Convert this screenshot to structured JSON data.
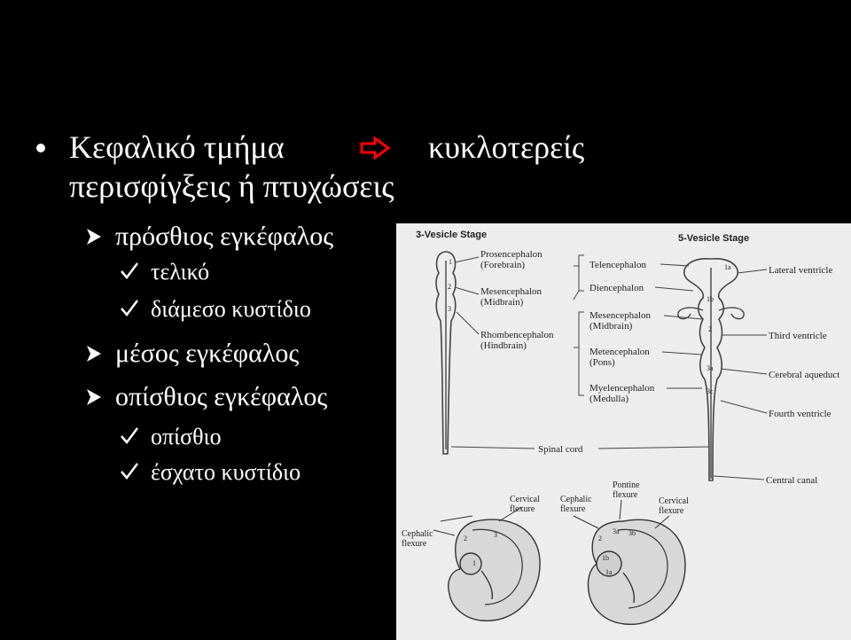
{
  "bullets": {
    "main_line1_a": "Κεφαλικό τμήμα",
    "main_line1_b": "κυκλοτερείς",
    "main_line2": "περισφίγξεις ή πτυχώσεις",
    "forebrain": "πρόσθιος εγκέφαλος",
    "forebrain_sub1": "τελικό",
    "forebrain_sub2": "διάμεσο κυστίδιο",
    "midbrain": "μέσος εγκέφαλος",
    "hindbrain": "οπίσθιος εγκέφαλος",
    "hindbrain_sub1": "οπίσθιο",
    "hindbrain_sub2": "έσχατο κυστίδιο"
  },
  "colors": {
    "background": "#000000",
    "text": "#ffffff",
    "arrow_accent": "#ff0000",
    "figure_bg": "#ededed"
  },
  "icons": {
    "main_bullet": "bullet-dot",
    "arrow": "hollow-right-arrow",
    "sub_marker": "right-pointer",
    "check": "check-mark"
  },
  "figure": {
    "three_vesicle_title": "3-Vesicle Stage",
    "five_vesicle_title": "5-Vesicle Stage",
    "three_labels": {
      "prosencephalon": "Prosencephalon",
      "forebrain": "(Forebrain)",
      "mesencephalon": "Mesencephalon",
      "midbrain": "(Midbrain)",
      "rhombencephalon": "Rhombencephalon",
      "hindbrain": "(Hindbrain)"
    },
    "five_labels": {
      "telencephalon": "Telencephalon",
      "diencephalon": "Diencephalon",
      "mesencephalon": "Mesencephalon",
      "midbrain": "(Midbrain)",
      "metencephalon": "Metencephalon",
      "pons": "(Pons)",
      "myelencephalon": "Myelencephalon",
      "medulla": "(Medulla)"
    },
    "right_labels": {
      "lateral_ventricle": "Lateral ventricle",
      "third_ventricle": "Third ventricle",
      "cerebral_aqueduct": "Cerebral aqueduct",
      "fourth_ventricle": "Fourth ventricle",
      "central_canal": "Central canal"
    },
    "spinal_cord": "Spinal cord",
    "three_numbers": [
      "1",
      "2",
      "3"
    ],
    "five_numbers": [
      "1a",
      "1b",
      "2",
      "3a",
      "3c"
    ],
    "embryo_labels": {
      "cephalic_flexure_left_1": "Cephalic",
      "cephalic_flexure_left_2": "flexure",
      "cervical_flexure_mid_1": "Cervical",
      "cervical_flexure_mid_2": "flexure",
      "cephalic_flexure_mid_1": "Cephalic",
      "cephalic_flexure_mid_2": "flexure",
      "pontine_flexure_1": "Pontine",
      "pontine_flexure_2": "flexure",
      "cervical_flexure_right_1": "Cervical",
      "cervical_flexure_right_2": "flexure"
    },
    "embryo_numbers": {
      "left_2": "2",
      "left_3": "3",
      "left_1": "1",
      "right_2": "2",
      "right_3a": "3a",
      "right_3b": "3b",
      "right_1b": "1b",
      "right_1a": "1a"
    }
  }
}
